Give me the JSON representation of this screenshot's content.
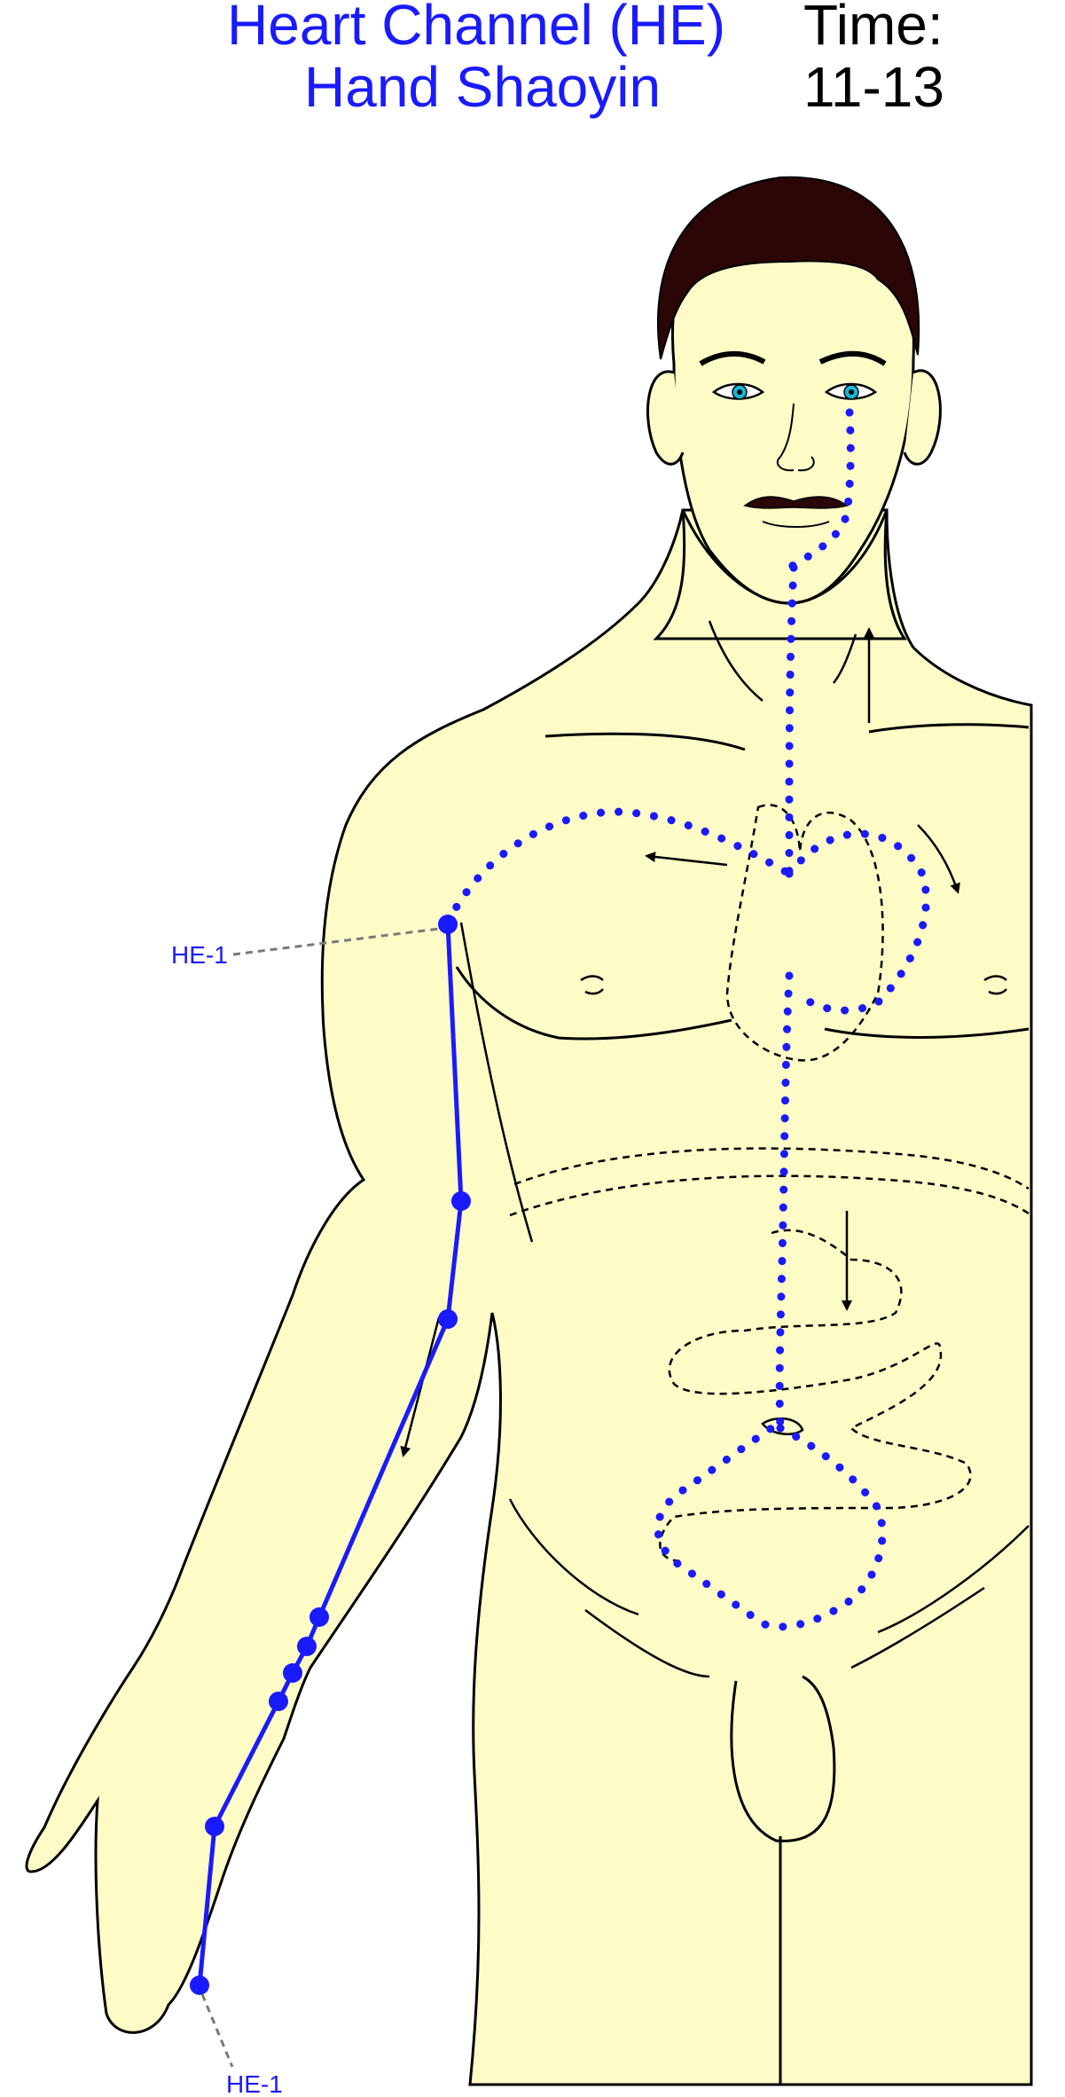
{
  "title": {
    "channel_name": "Heart Channel (HE)",
    "channel_sub": "Hand Shaoyin",
    "time_label": "Time:",
    "time_value": "11-13"
  },
  "labels": {
    "point_upper": "HE-1",
    "point_lower": "HE-1"
  },
  "colors": {
    "channel": "#1a1aff",
    "skin": "#fdfbc6",
    "hair": "#2a0606",
    "outline": "#000000",
    "iris": "#19b6d6",
    "leader": "#7a7a7a"
  }
}
